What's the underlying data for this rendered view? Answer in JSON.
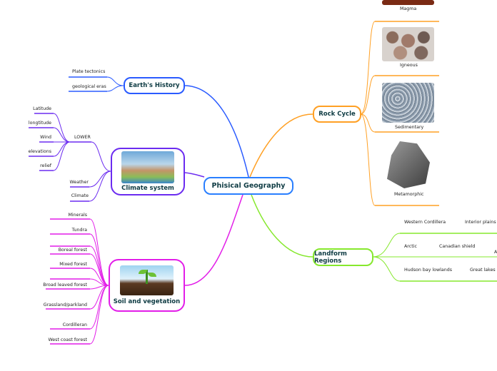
{
  "central": {
    "label": "Phisical Geography"
  },
  "earths_history": {
    "label": "Earth's History",
    "children": [
      "Plate tectonics",
      "geological eras"
    ]
  },
  "climate_system": {
    "label": "Climate system",
    "lower": {
      "label": "LOWER",
      "children": [
        "Latitude",
        "longtitude",
        "Wind",
        "elevations",
        "relief"
      ]
    },
    "children": [
      "Weather",
      "Climate"
    ]
  },
  "soil_vegetation": {
    "label": "Soil and vegetation",
    "children": [
      "Minerals",
      "Tundra",
      "",
      "Boreal forest",
      "Mixed forest",
      "",
      "Broad leaved forest",
      "Grassland/parkland",
      "Cordilleran",
      "West coast forest"
    ]
  },
  "rock_cycle": {
    "label": "Rock Cycle",
    "children": [
      "Magma",
      "Igneous",
      "Sedimentary",
      "Metamorphic"
    ]
  },
  "landform_regions": {
    "label": "Landform Regions",
    "children": [
      "Western Cordillera",
      "Interior plains",
      "Arctic",
      "Canadian shield",
      "A",
      "Hudson bay lowlands",
      "Great lakes"
    ]
  },
  "colors": {
    "central": "#2a7fff",
    "earth": "#2a5bff",
    "climate": "#6b2bf0",
    "soil": "#e21de8",
    "rock": "#ffa024",
    "landform": "#86e82d"
  }
}
